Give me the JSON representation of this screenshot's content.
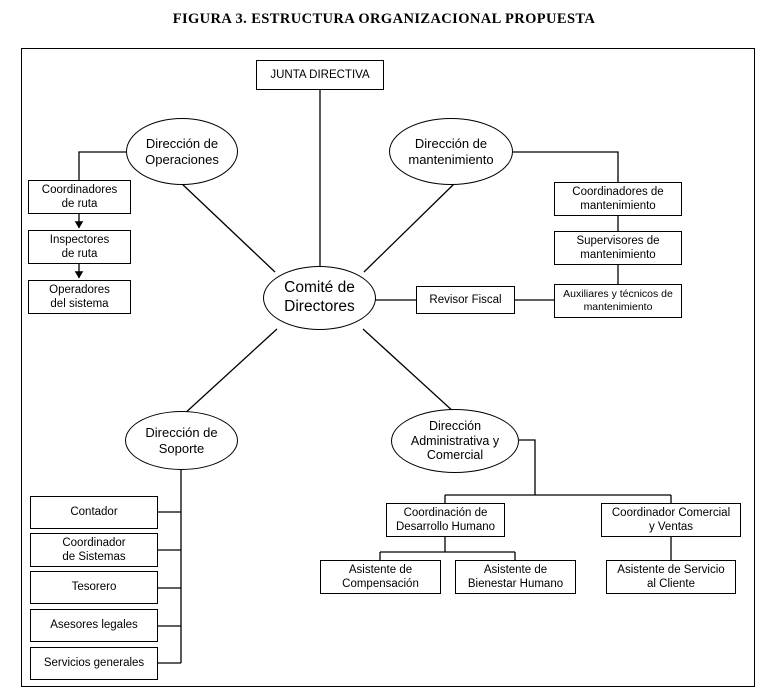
{
  "figure": {
    "title": "FIGURA 3. ESTRUCTURA ORGANIZACIONAL PROPUESTA",
    "type": "organizational-chart",
    "language": "es"
  },
  "nodes": {
    "junta_directiva": {
      "label": "JUNTA DIRECTIVA",
      "shape": "rectangle"
    },
    "comite_directores": {
      "label": "Comité de\nDirectores",
      "shape": "ellipse"
    },
    "revisor_fiscal": {
      "label": "Revisor Fiscal",
      "shape": "rectangle"
    },
    "direccion_operaciones": {
      "label": "Dirección de\nOperaciones",
      "shape": "ellipse"
    },
    "direccion_mantenimiento": {
      "label": "Dirección de\nmantenimiento",
      "shape": "ellipse"
    },
    "direccion_soporte": {
      "label": "Dirección  de\nSoporte",
      "shape": "ellipse"
    },
    "direccion_administrativa": {
      "label": "Dirección\nAdministrativa y\nComercial",
      "shape": "ellipse"
    },
    "coordinadores_ruta": {
      "label": "Coordinadores\nde ruta",
      "shape": "rectangle"
    },
    "inspectores_ruta": {
      "label": "Inspectores\nde ruta",
      "shape": "rectangle"
    },
    "operadores_sistema": {
      "label": "Operadores\ndel sistema",
      "shape": "rectangle"
    },
    "coordinadores_mantenimiento": {
      "label": "Coordinadores de\nmantenimiento",
      "shape": "rectangle"
    },
    "supervisores_mantenimiento": {
      "label": "Supervisores de\nmantenimiento",
      "shape": "rectangle"
    },
    "auxiliares_tecnicos": {
      "label": "Auxiliares y técnicos de\nmantenimiento",
      "shape": "rectangle"
    },
    "contador": {
      "label": "Contador",
      "shape": "rectangle"
    },
    "coordinador_sistemas": {
      "label": "Coordinador\nde Sistemas",
      "shape": "rectangle"
    },
    "tesorero": {
      "label": "Tesorero",
      "shape": "rectangle"
    },
    "asesores_legales": {
      "label": "Asesores legales",
      "shape": "rectangle"
    },
    "servicios_generales": {
      "label": "Servicios generales",
      "shape": "rectangle"
    },
    "coordinacion_desarrollo_humano": {
      "label": "Coordinación de\nDesarrollo Humano",
      "shape": "rectangle"
    },
    "asistente_compensacion": {
      "label": "Asistente de\nCompensación",
      "shape": "rectangle"
    },
    "asistente_bienestar": {
      "label": "Asistente de\nBienestar Humano",
      "shape": "rectangle"
    },
    "coordinador_comercial": {
      "label": "Coordinador Comercial\ny Ventas",
      "shape": "rectangle"
    },
    "asistente_servicio_cliente": {
      "label": "Asistente de Servicio\nal Cliente",
      "shape": "rectangle"
    }
  },
  "edges": [
    {
      "from": "junta_directiva",
      "to": "comite_directores",
      "style": "line"
    },
    {
      "from": "comite_directores",
      "to": "direccion_operaciones",
      "style": "line"
    },
    {
      "from": "comite_directores",
      "to": "direccion_mantenimiento",
      "style": "line"
    },
    {
      "from": "comite_directores",
      "to": "direccion_soporte",
      "style": "line"
    },
    {
      "from": "comite_directores",
      "to": "direccion_administrativa",
      "style": "line"
    },
    {
      "from": "comite_directores",
      "to": "revisor_fiscal",
      "style": "line"
    },
    {
      "from": "revisor_fiscal",
      "to": "auxiliares_tecnicos",
      "style": "line"
    },
    {
      "from": "direccion_operaciones",
      "to": "coordinadores_ruta",
      "style": "elbow"
    },
    {
      "from": "coordinadores_ruta",
      "to": "inspectores_ruta",
      "style": "arrow"
    },
    {
      "from": "inspectores_ruta",
      "to": "operadores_sistema",
      "style": "arrow"
    },
    {
      "from": "direccion_mantenimiento",
      "to": "coordinadores_mantenimiento",
      "style": "elbow"
    },
    {
      "from": "coordinadores_mantenimiento",
      "to": "supervisores_mantenimiento",
      "style": "line"
    },
    {
      "from": "supervisores_mantenimiento",
      "to": "auxiliares_tecnicos",
      "style": "line"
    },
    {
      "from": "direccion_soporte",
      "to": "contador",
      "style": "spine"
    },
    {
      "from": "direccion_soporte",
      "to": "coordinador_sistemas",
      "style": "spine"
    },
    {
      "from": "direccion_soporte",
      "to": "tesorero",
      "style": "spine"
    },
    {
      "from": "direccion_soporte",
      "to": "asesores_legales",
      "style": "spine"
    },
    {
      "from": "direccion_soporte",
      "to": "servicios_generales",
      "style": "spine"
    },
    {
      "from": "direccion_administrativa",
      "to": "coordinacion_desarrollo_humano",
      "style": "elbow"
    },
    {
      "from": "direccion_administrativa",
      "to": "coordinador_comercial",
      "style": "elbow"
    },
    {
      "from": "coordinacion_desarrollo_humano",
      "to": "asistente_compensacion",
      "style": "elbow"
    },
    {
      "from": "coordinacion_desarrollo_humano",
      "to": "asistente_bienestar",
      "style": "elbow"
    },
    {
      "from": "coordinador_comercial",
      "to": "asistente_servicio_cliente",
      "style": "line"
    }
  ],
  "colors": {
    "stroke": "#000000",
    "background": "#ffffff",
    "text": "#000000"
  }
}
